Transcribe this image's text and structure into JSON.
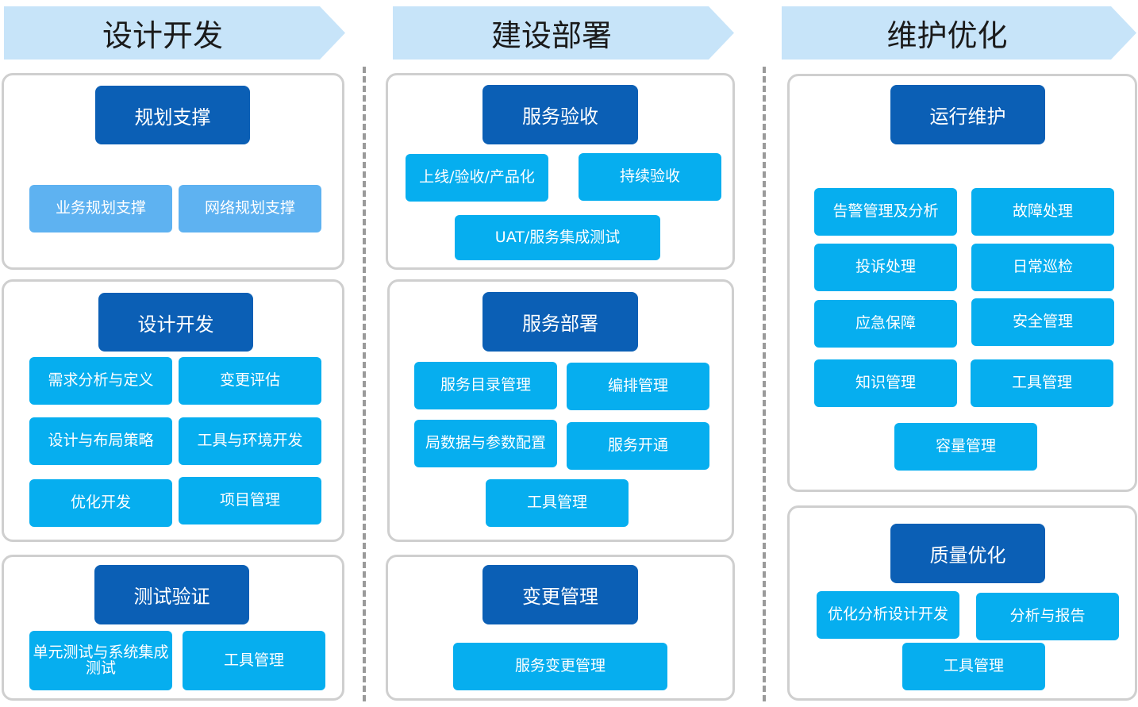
{
  "colors": {
    "phase_fill": "#c7e4f9",
    "head_fill": "#0b5fb5",
    "item_light": "#5eb2f1",
    "item_cyan": "#06aeef",
    "panel_border": "#cfcfcf",
    "divider": "#9a9a9a"
  },
  "phases": {
    "design": "设计开发",
    "build": "建设部署",
    "maintain": "维护优化"
  },
  "planning": {
    "title": "规划支撑",
    "items": [
      "业务规划支撑",
      "网络规划支撑"
    ]
  },
  "dev": {
    "title": "设计开发",
    "items": [
      "需求分析与定义",
      "变更评估",
      "设计与布局策略",
      "工具与环境开发",
      "优化开发",
      "项目管理"
    ]
  },
  "test": {
    "title": "测试验证",
    "items": [
      "单元测试与系统集成测试",
      "工具管理"
    ]
  },
  "acceptance": {
    "title": "服务验收",
    "items": [
      "上线/验收/产品化",
      "持续验收",
      "UAT/服务集成测试"
    ]
  },
  "deploy": {
    "title": "服务部署",
    "items": [
      "服务目录管理",
      "编排管理",
      "局数据与参数配置",
      "服务开通",
      "工具管理"
    ]
  },
  "change": {
    "title": "变更管理",
    "items": [
      "服务变更管理"
    ]
  },
  "ops": {
    "title": "运行维护",
    "items": [
      "告警管理及分析",
      "故障处理",
      "投诉处理",
      "日常巡检",
      "应急保障",
      "安全管理",
      "知识管理",
      "工具管理",
      "容量管理"
    ]
  },
  "quality": {
    "title": "质量优化",
    "items": [
      "优化分析设计开发",
      "分析与报告",
      "工具管理"
    ]
  }
}
